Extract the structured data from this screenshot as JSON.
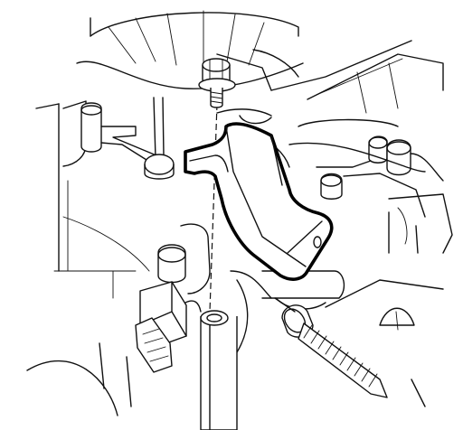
{
  "diagram": {
    "type": "technical-line-drawing",
    "colors": {
      "line": "#111111",
      "background": "#ffffff"
    },
    "parts": [
      {
        "name": "flange-bolt",
        "role": "fastener"
      },
      {
        "name": "bracket",
        "role": "highlighted-component"
      },
      {
        "name": "collar",
        "role": "spacer"
      },
      {
        "name": "stud-bolt",
        "role": "fastener"
      },
      {
        "name": "electrical-connector",
        "role": "connector"
      },
      {
        "name": "mounting-bosses",
        "role": "engine-block-features"
      }
    ],
    "labels": []
  }
}
